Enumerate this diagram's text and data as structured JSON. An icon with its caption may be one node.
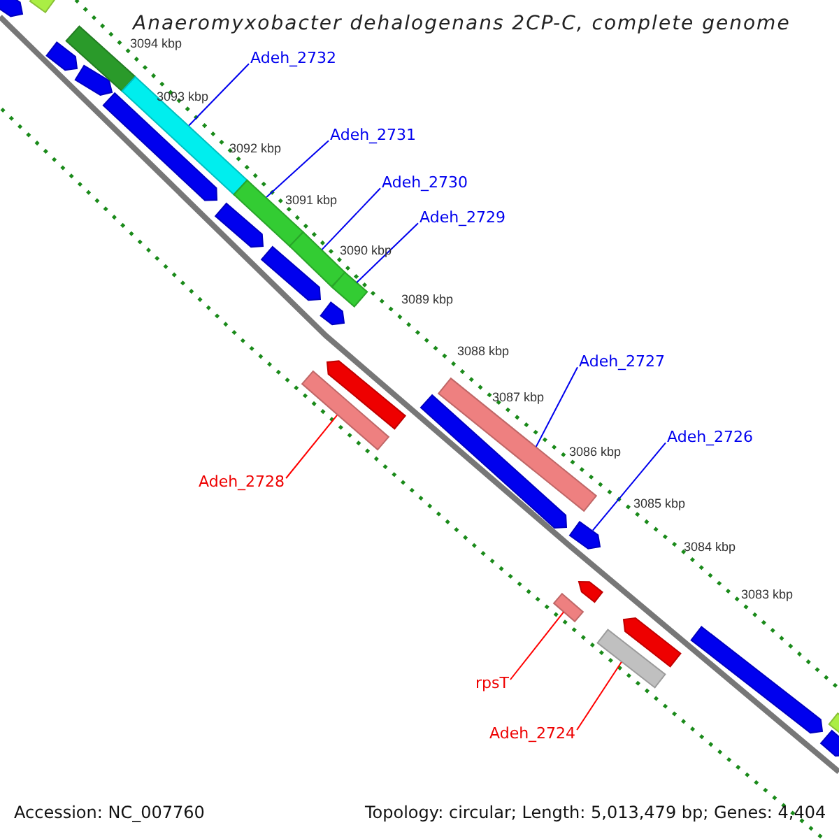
{
  "diagram": {
    "title": "Anaeromyxobacter dehalogenans 2CP-C, complete genome",
    "nodes": [
      {
        "text": [
          "Adeh_2732"
        ]
      },
      {
        "text": [
          "Adeh_2731"
        ]
      },
      {
        "text": [
          "Adeh_2730"
        ]
      },
      {
        "text": [
          "Adeh_2729"
        ]
      },
      {
        "text": [
          "Adeh_2727"
        ]
      },
      {
        "text": [
          "Adeh_2726"
        ]
      },
      {
        "text": [
          "Adeh_2728"
        ]
      },
      {
        "text": [
          "rpsT"
        ]
      },
      {
        "text": [
          "Adeh_2724"
        ]
      },
      {
        "text": [],
        "shape": "bar"
      },
      {
        "text": [],
        "shape": "bar"
      },
      {
        "text": [],
        "shape": "bar"
      },
      {
        "text": [],
        "shape": "bar"
      },
      {
        "text": [],
        "shape": "bar"
      },
      {
        "text": [],
        "shape": "bar"
      },
      {
        "text": [],
        "shape": "bar"
      },
      {
        "text": [],
        "shape": "bar"
      },
      {
        "text": [],
        "shape": "bar"
      },
      {
        "text": [],
        "shape": "bar"
      },
      {
        "text": [],
        "shape": "bar"
      },
      {
        "text": [],
        "shape": "bar"
      },
      {
        "text": [],
        "shape": "bar"
      },
      {
        "text": [],
        "shape": "bar"
      },
      {
        "text": [],
        "shape": "bar"
      },
      {
        "text": [],
        "shape": "bar"
      },
      {
        "text": [],
        "shape": "bar"
      },
      {
        "text": [],
        "shape": "bar"
      },
      {
        "text": [],
        "shape": "bar"
      },
      {
        "text": [],
        "shape": "bar"
      },
      {
        "text": [],
        "shape": "bar"
      },
      {
        "text": [],
        "shape": "bar"
      },
      {
        "text": [],
        "shape": "bar"
      },
      {
        "text": [],
        "shape": "bar"
      },
      {
        "text": [],
        "shape": "bar"
      }
    ],
    "edges": [
      {
        "from": 0,
        "to": 18,
        "arrow": "none"
      },
      {
        "from": 1,
        "to": 19,
        "arrow": "none"
      },
      {
        "from": 2,
        "to": 20,
        "arrow": "none"
      },
      {
        "from": 3,
        "to": 21,
        "arrow": "none"
      },
      {
        "from": 4,
        "to": 27,
        "arrow": "none"
      },
      {
        "from": 5,
        "to": 23,
        "arrow": "none"
      },
      {
        "from": 6,
        "to": 29,
        "arrow": "none",
        "color": "#ff0000"
      },
      {
        "from": 7,
        "to": 31,
        "arrow": "none",
        "color": "#ff0000"
      },
      {
        "from": 8,
        "to": 33,
        "arrow": "none",
        "color": "#ff0000"
      }
    ],
    "labels": [
      "3094 kbp",
      "3093 kbp",
      "3092 kbp",
      "3091 kbp",
      "3090 kbp",
      "3089 kbp",
      "3088 kbp",
      "3087 kbp",
      "3086 kbp",
      "3085 kbp",
      "3084 kbp",
      "3083 kbp",
      "Accession: NC_007760",
      "Topology: circular; Length: 5,013,479 bp; Genes: 4,404"
    ]
  }
}
